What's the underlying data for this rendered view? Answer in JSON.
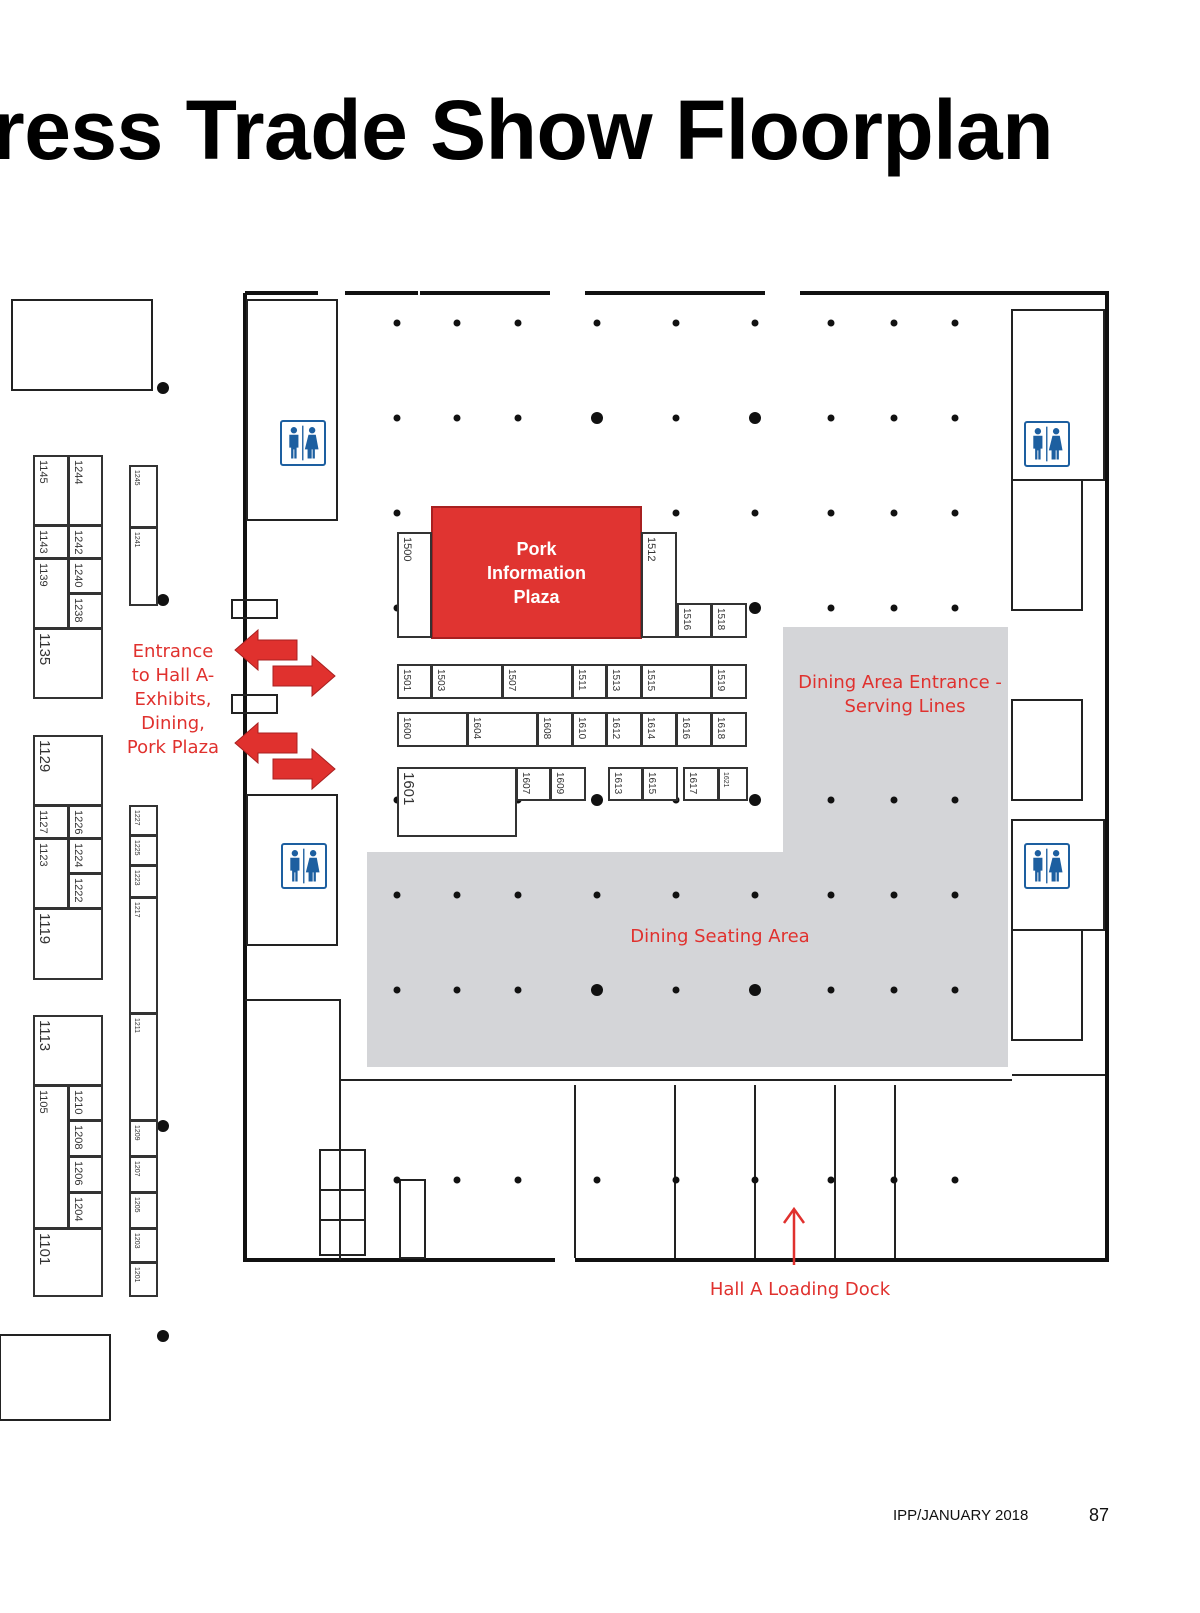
{
  "title": "ress Trade Show Floorplan",
  "plaza": {
    "line1": "Pork",
    "line2": "Information",
    "line3": "Plaza"
  },
  "labels": {
    "entrance": [
      "Entrance",
      "to Hall A-",
      "Exhibits,",
      "Dining,",
      "Pork Plaza"
    ],
    "dining_entrance": [
      "Dining Area Entrance -",
      "Serving Lines"
    ],
    "dining_seating": "Dining Seating Area",
    "loading_dock": "Hall A Loading Dock"
  },
  "booths": [
    "1145",
    "1244",
    "1143",
    "1242",
    "1139",
    "1240",
    "1238",
    "1135",
    "1129",
    "1127",
    "1226",
    "1123",
    "1224",
    "1222",
    "1119",
    "1113",
    "1105",
    "1210",
    "1208",
    "1206",
    "1204",
    "1101",
    "1245",
    "1241",
    "1227",
    "1225",
    "1223",
    "1217",
    "1211",
    "1209",
    "1207",
    "1205",
    "1203",
    "1201",
    "1500",
    "1512",
    "1516",
    "1518",
    "1501",
    "1503",
    "1507",
    "1511",
    "1513",
    "1515",
    "1519",
    "1600",
    "1604",
    "1608",
    "1610",
    "1612",
    "1614",
    "1616",
    "1618",
    "1601",
    "1607",
    "1609",
    "1613",
    "1615",
    "1617",
    "1621"
  ],
  "icons": [
    "restroom-icon",
    "entrance-arrow-icon",
    "loading-dock-arrow-icon"
  ],
  "colors": {
    "accent_red": "#e0312e",
    "dining_gray": "#d4d5d8",
    "restroom_blue": "#1d5fa0"
  },
  "footer": {
    "publication": "IPP/JANUARY 2018",
    "page": "87"
  }
}
